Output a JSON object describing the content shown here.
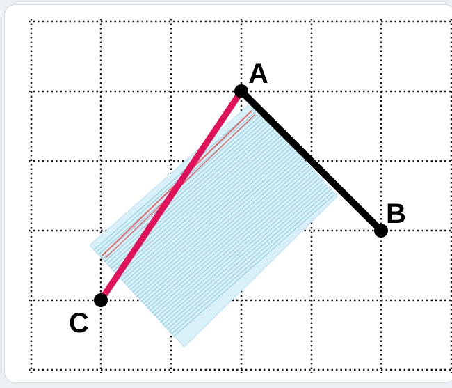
{
  "points": {
    "A": {
      "label": "A"
    },
    "B": {
      "label": "B"
    },
    "C": {
      "label": "C"
    }
  },
  "colors": {
    "grid": "#1a1a1a",
    "segment_AB": "#000000",
    "segment_AC": "#e0125a",
    "paper": "#d8f0f7",
    "paper_lines": "#8cc9e3",
    "paper_margin": "#e56a6a"
  },
  "icons": [
    "lined-paper"
  ]
}
